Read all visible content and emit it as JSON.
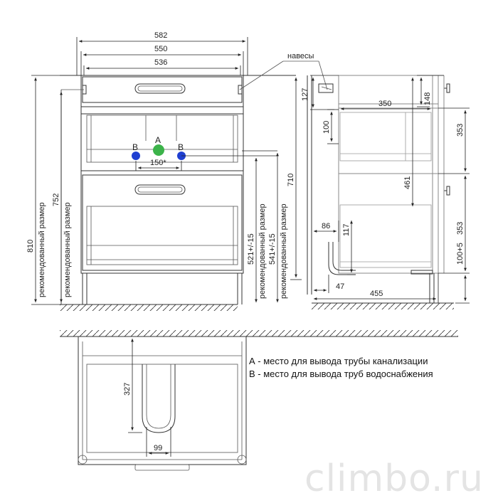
{
  "labels": {
    "awnings": "навесы",
    "point_a": "А",
    "point_b_left": "В",
    "point_b_right": "В",
    "recommended": "рекомендованный размер"
  },
  "dimensions": {
    "top_582": "582",
    "top_550": "550",
    "top_536": "536",
    "pipe_150": "150*",
    "h_810": "810",
    "h_752": "752",
    "h_710": "710",
    "h_521": "521+/-15",
    "h_541": "541+/-15",
    "side_127": "127",
    "side_100": "100",
    "side_350": "350",
    "side_148": "148",
    "side_353_top": "353",
    "side_461": "461",
    "side_353_bottom": "353",
    "side_86": "86",
    "side_117": "117",
    "side_100_5": "100+5",
    "side_47": "47",
    "side_455": "455",
    "plan_327": "327",
    "plan_99": "99"
  },
  "legend": {
    "a": "А - место для вывода трубы канализации",
    "b": "В - место для вывода труб водоснабжения"
  },
  "colors": {
    "sewer_point": "#3cb34a",
    "water_point": "#1f3fd1"
  },
  "watermark": "climbo.ru"
}
